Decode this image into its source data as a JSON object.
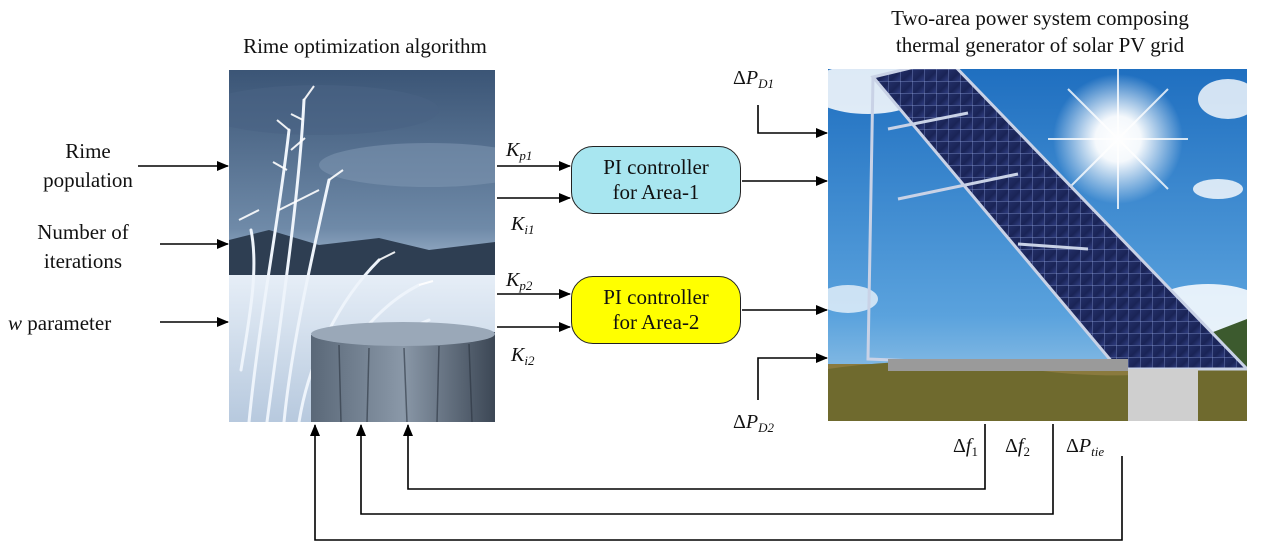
{
  "rime": {
    "title": "Rime optimization algorithm",
    "inputs": [
      "Rime",
      "population",
      "Number of",
      "iterations",
      "parameter"
    ],
    "w_symbol": "w"
  },
  "gains": {
    "kp1": {
      "base": "K",
      "sub": "p1"
    },
    "ki1": {
      "base": "K",
      "sub": "i1"
    },
    "kp2": {
      "base": "K",
      "sub": "p2"
    },
    "ki2": {
      "base": "K",
      "sub": "i2"
    }
  },
  "controller1": {
    "line1": "PI controller",
    "line2": "for Area-1",
    "color": "#a8e6f0"
  },
  "controller2": {
    "line1": "PI controller",
    "line2": "for Area-2",
    "color": "#ffff00"
  },
  "system": {
    "title_line1": "Two-area power system composing",
    "title_line2": "thermal generator of solar PV grid"
  },
  "disturbances": {
    "pd1": {
      "delta": "Δ",
      "base": "P",
      "sub": "D1"
    },
    "pd2": {
      "delta": "Δ",
      "base": "P",
      "sub": "D2"
    }
  },
  "feedback": {
    "f1": {
      "delta": "Δ",
      "base": "f",
      "sub": "1"
    },
    "f2": {
      "delta": "Δ",
      "base": "f",
      "sub": "2"
    },
    "ptie": {
      "delta": "Δ",
      "base": "P",
      "sub": "tie"
    }
  }
}
